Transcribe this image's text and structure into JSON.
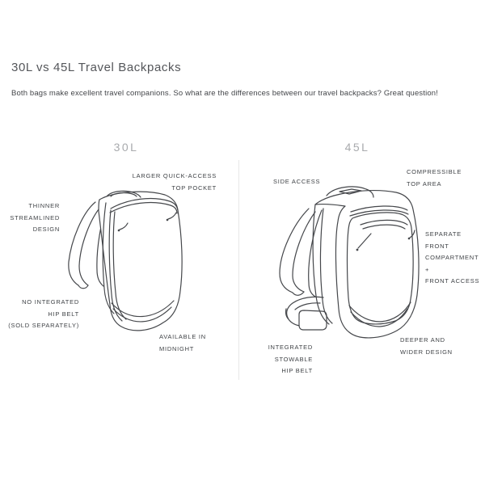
{
  "header": {
    "title": "30L vs 45L Travel Backpacks",
    "subtitle": "Both bags make excellent travel companions. So what are the differences between our travel backpacks? Great question!"
  },
  "colors": {
    "background": "#ffffff",
    "title_text": "#54565a",
    "body_text": "#44464a",
    "label_text": "#3f4246",
    "section_heading": "#a8aaad",
    "line_art": "#45474b",
    "divider": "#e8e8e8"
  },
  "sections": {
    "left": {
      "heading": "30L",
      "illustration": "30l-backpack-line-drawing",
      "labels": {
        "top_pocket": [
          "LARGER QUICK-ACCESS",
          "TOP POCKET"
        ],
        "streamlined": [
          "THINNER",
          "STREAMLINED",
          "DESIGN"
        ],
        "hip_belt": [
          "NO INTEGRATED",
          "HIP BELT",
          "(SOLD SEPARATELY)"
        ],
        "availability": [
          "AVAILABLE IN",
          "MIDNIGHT"
        ]
      }
    },
    "right": {
      "heading": "45L",
      "illustration": "45l-backpack-line-drawing",
      "labels": {
        "side_access": [
          "SIDE ACCESS"
        ],
        "top_area": [
          "COMPRESSIBLE",
          "TOP AREA"
        ],
        "front_compartment": [
          "SEPARATE",
          "FRONT",
          "COMPARTMENT",
          "+",
          "FRONT ACCESS"
        ],
        "hip_belt": [
          "INTEGRATED",
          "STOWABLE",
          "HIP BELT"
        ],
        "design": [
          "DEEPER AND",
          "WIDER DESIGN"
        ]
      }
    }
  }
}
